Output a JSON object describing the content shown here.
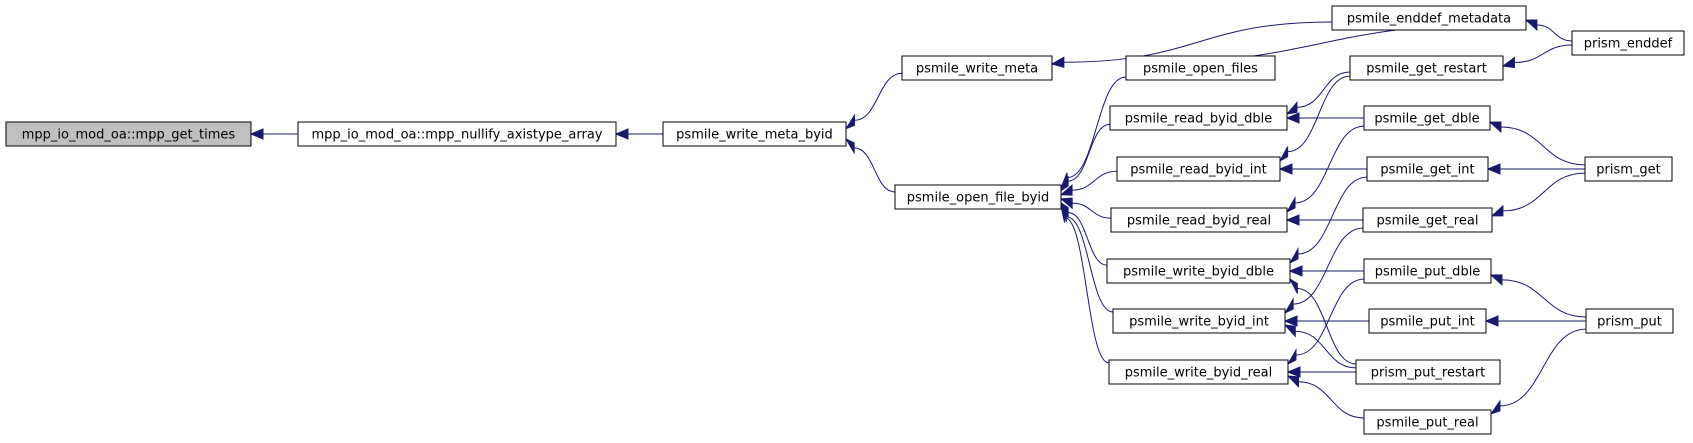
{
  "diagram": {
    "type": "doxygen-caller-graph",
    "arrow_color": "#191970",
    "root_fill": "#bfbfbf",
    "nodes": [
      {
        "id": "n0",
        "label": "mpp_io_mod_oa::mpp_get_times",
        "root": true
      },
      {
        "id": "n1",
        "label": "mpp_io_mod_oa::mpp_nullify_axistype_array"
      },
      {
        "id": "n2",
        "label": "psmile_write_meta_byid"
      },
      {
        "id": "n3",
        "label": "psmile_write_meta"
      },
      {
        "id": "n4",
        "label": "psmile_open_file_byid"
      },
      {
        "id": "n5",
        "label": "psmile_enddef_metadata"
      },
      {
        "id": "n6",
        "label": "prism_enddef"
      },
      {
        "id": "n7",
        "label": "psmile_open_files"
      },
      {
        "id": "n8",
        "label": "psmile_read_byid_dble"
      },
      {
        "id": "n9",
        "label": "psmile_read_byid_int"
      },
      {
        "id": "n10",
        "label": "psmile_read_byid_real"
      },
      {
        "id": "n11",
        "label": "psmile_write_byid_dble"
      },
      {
        "id": "n12",
        "label": "psmile_write_byid_int"
      },
      {
        "id": "n13",
        "label": "psmile_write_byid_real"
      },
      {
        "id": "n14",
        "label": "psmile_get_restart"
      },
      {
        "id": "n15",
        "label": "psmile_get_dble"
      },
      {
        "id": "n16",
        "label": "psmile_get_int"
      },
      {
        "id": "n17",
        "label": "psmile_get_real"
      },
      {
        "id": "n18",
        "label": "psmile_put_dble"
      },
      {
        "id": "n19",
        "label": "psmile_put_int"
      },
      {
        "id": "n20",
        "label": "prism_put_restart"
      },
      {
        "id": "n21",
        "label": "psmile_put_real"
      },
      {
        "id": "n22",
        "label": "prism_get"
      },
      {
        "id": "n23",
        "label": "prism_put"
      }
    ],
    "edges": [
      {
        "from": "n1",
        "to": "n0"
      },
      {
        "from": "n2",
        "to": "n1"
      },
      {
        "from": "n3",
        "to": "n2"
      },
      {
        "from": "n4",
        "to": "n2"
      },
      {
        "from": "n5",
        "to": "n3"
      },
      {
        "from": "n6",
        "to": "n5"
      },
      {
        "from": "n7",
        "to": "n5"
      },
      {
        "from": "n7",
        "to": "n4"
      },
      {
        "from": "n8",
        "to": "n4"
      },
      {
        "from": "n9",
        "to": "n4"
      },
      {
        "from": "n10",
        "to": "n4"
      },
      {
        "from": "n11",
        "to": "n4"
      },
      {
        "from": "n12",
        "to": "n4"
      },
      {
        "from": "n13",
        "to": "n4"
      },
      {
        "from": "n14",
        "to": "n8"
      },
      {
        "from": "n14",
        "to": "n9"
      },
      {
        "from": "n15",
        "to": "n8"
      },
      {
        "from": "n16",
        "to": "n9"
      },
      {
        "from": "n17",
        "to": "n10"
      },
      {
        "from": "n15",
        "to": "n10"
      },
      {
        "from": "n18",
        "to": "n11"
      },
      {
        "from": "n16",
        "to": "n11"
      },
      {
        "from": "n20",
        "to": "n11"
      },
      {
        "from": "n19",
        "to": "n12"
      },
      {
        "from": "n17",
        "to": "n12"
      },
      {
        "from": "n20",
        "to": "n12"
      },
      {
        "from": "n20",
        "to": "n13"
      },
      {
        "from": "n21",
        "to": "n13"
      },
      {
        "from": "n18",
        "to": "n13"
      },
      {
        "from": "n6",
        "to": "n14"
      },
      {
        "from": "n22",
        "to": "n15"
      },
      {
        "from": "n22",
        "to": "n16"
      },
      {
        "from": "n22",
        "to": "n17"
      },
      {
        "from": "n23",
        "to": "n18"
      },
      {
        "from": "n23",
        "to": "n19"
      },
      {
        "from": "n23",
        "to": "n21"
      }
    ]
  }
}
